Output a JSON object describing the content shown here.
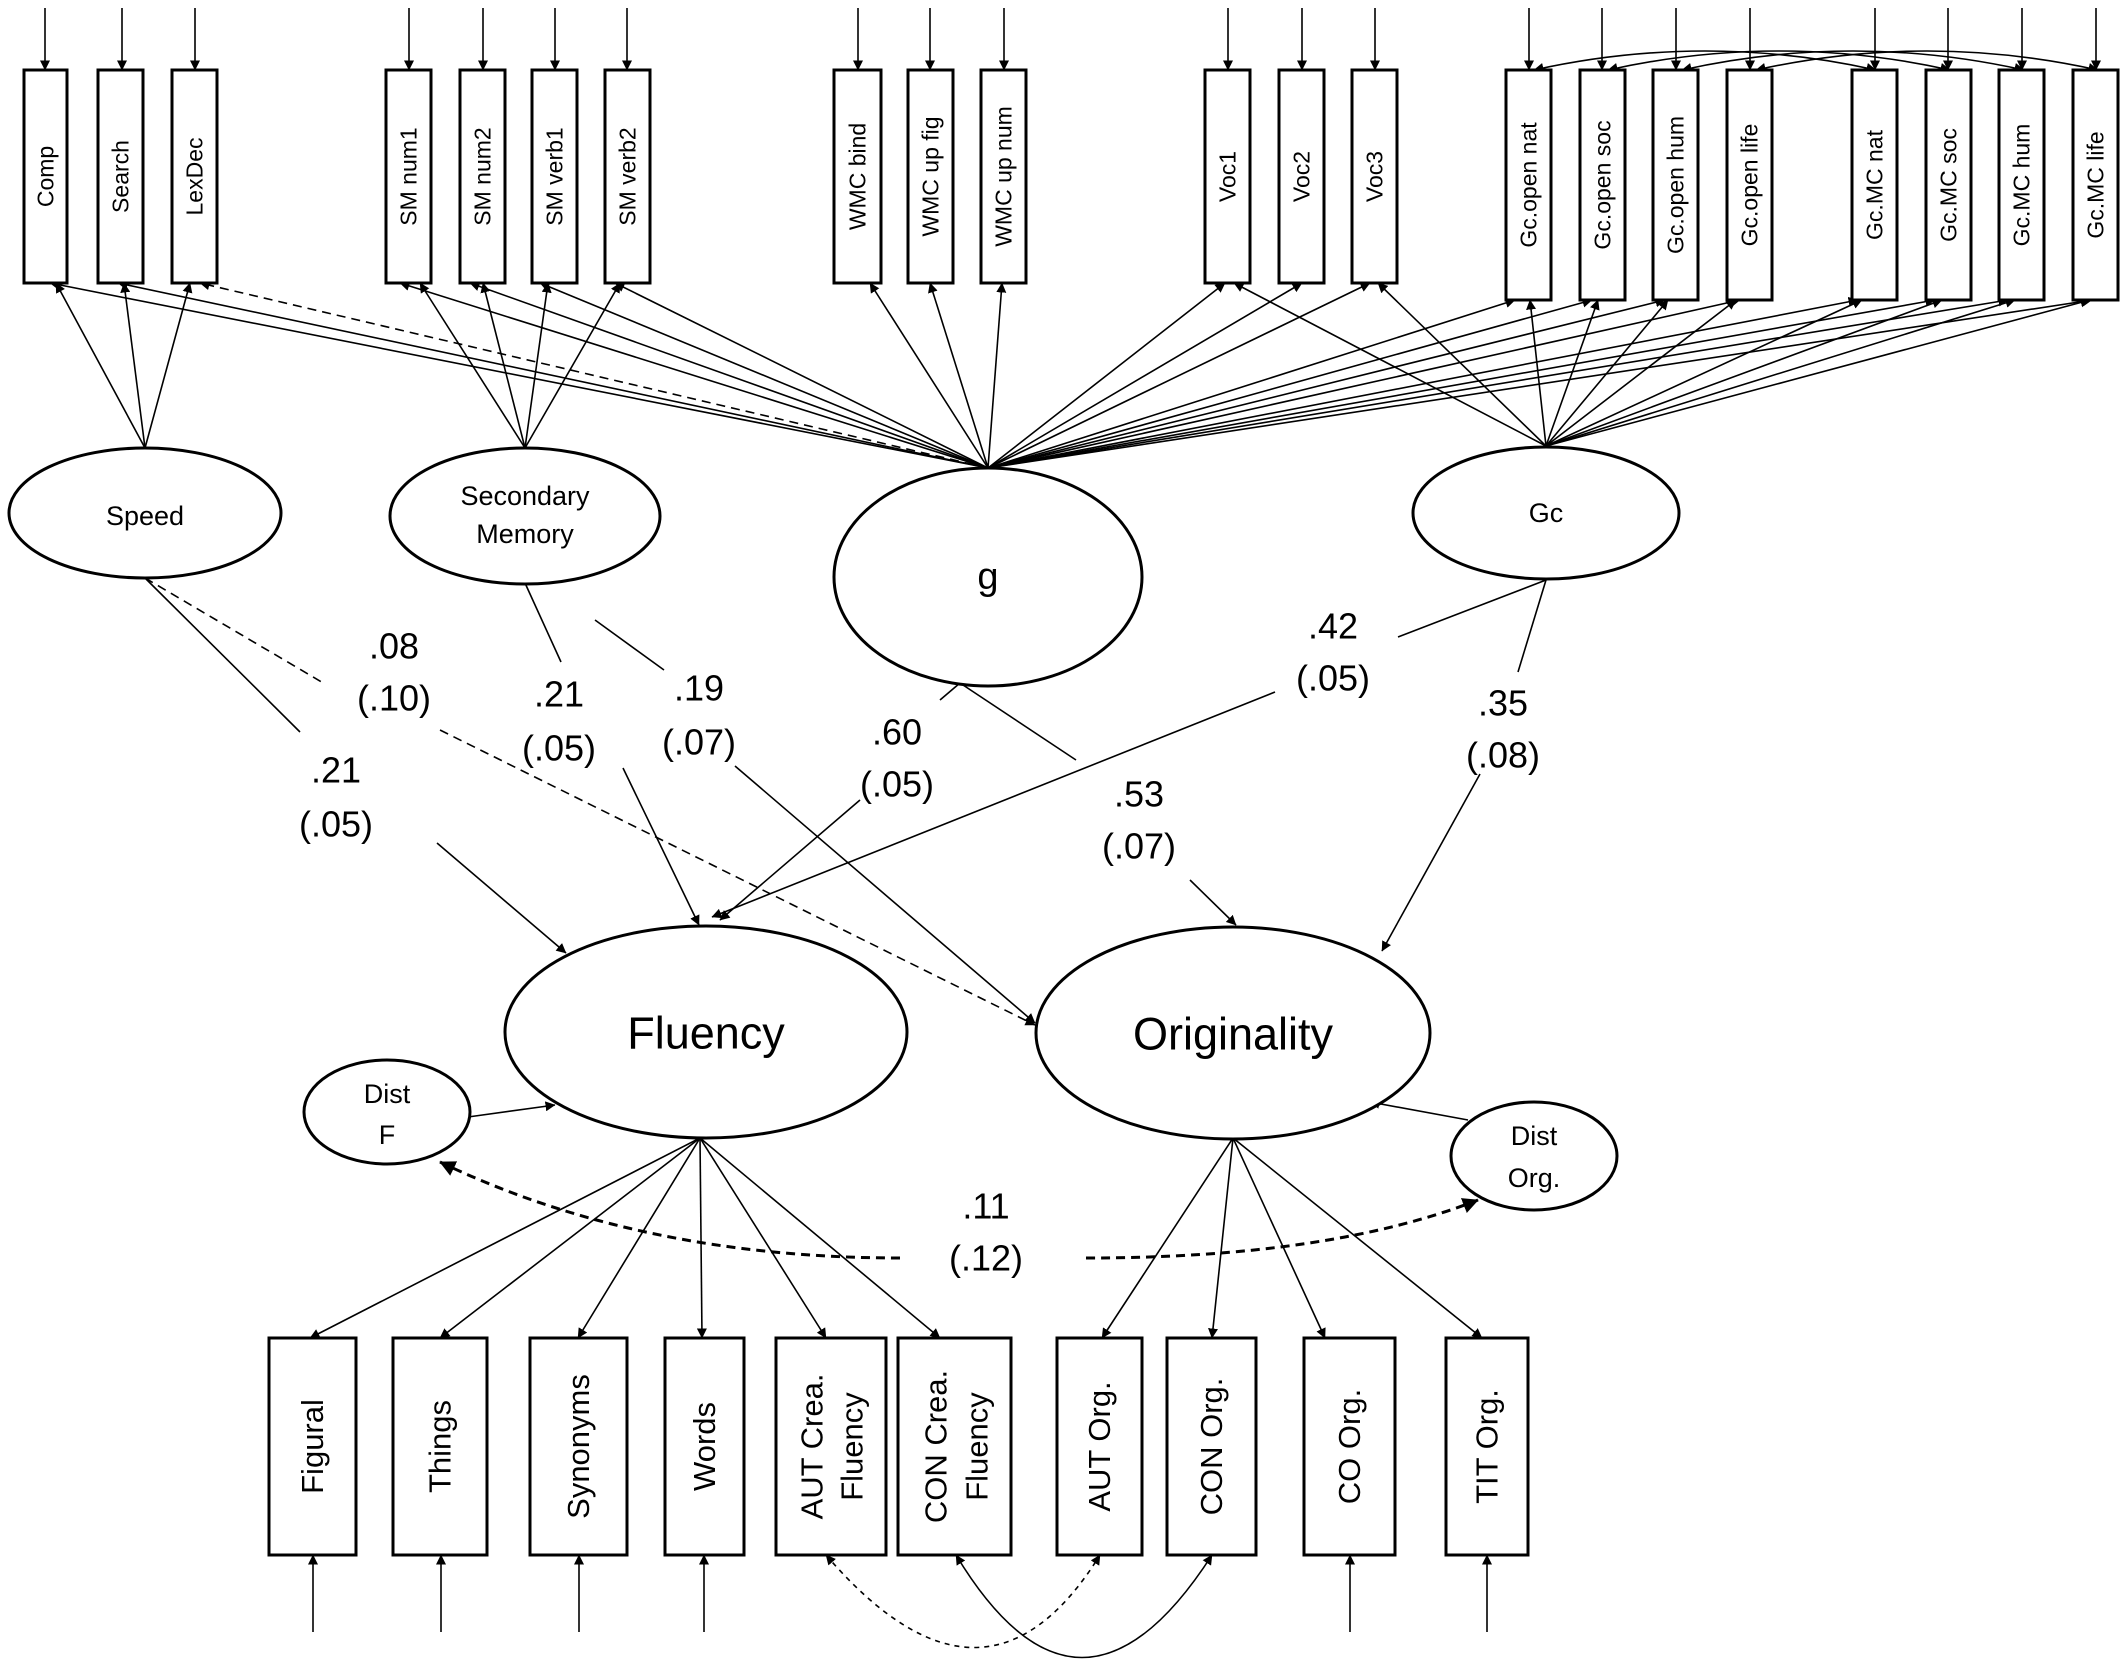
{
  "latents": {
    "speed": "Speed",
    "secondary_memory": [
      "Secondary",
      "Memory"
    ],
    "g": "g",
    "gc": "Gc",
    "fluency": "Fluency",
    "originality": "Originality",
    "dist_f": [
      "Dist",
      "F"
    ],
    "dist_org": [
      "Dist",
      "Org."
    ]
  },
  "top_indicators": {
    "speed": [
      "Comp",
      "Search",
      "LexDec"
    ],
    "secondary_memory": [
      "SM num1",
      "SM num2",
      "SM verb1",
      "SM verb2"
    ],
    "wmc": [
      "WMC bind",
      "WMC up fig",
      "WMC up num"
    ],
    "voc": [
      "Voc1",
      "Voc2",
      "Voc3"
    ],
    "gc": [
      "Gc.open nat",
      "Gc.open soc",
      "Gc.open hum",
      "Gc.open life",
      "Gc.MC nat",
      "Gc.MC soc",
      "Gc.MC hum",
      "Gc.MC life"
    ]
  },
  "bottom_indicators": {
    "fluency": [
      [
        "Figural"
      ],
      [
        "Things"
      ],
      [
        "Synonyms"
      ],
      [
        "Words"
      ],
      [
        "AUT Crea.",
        "Fluency"
      ],
      [
        "CON Crea.",
        "Fluency"
      ]
    ],
    "originality": [
      [
        "AUT Org."
      ],
      [
        "CON Org."
      ],
      [
        "CO Org."
      ],
      [
        "TIT Org."
      ]
    ]
  },
  "coefficients": {
    "speed_fluency": [
      ".21",
      "(.05)"
    ],
    "speed_originality": [
      ".08",
      "(.10)"
    ],
    "sm_fluency": [
      ".21",
      "(.05)"
    ],
    "sm_originality": [
      ".19",
      "(.07)"
    ],
    "g_fluency": [
      ".60",
      "(.05)"
    ],
    "g_originality": [
      ".53",
      "(.07)"
    ],
    "gc_fluency": [
      ".42",
      "(.05)"
    ],
    "gc_originality": [
      ".35",
      "(.08)"
    ],
    "dist_covariance": [
      ".11",
      "(.12)"
    ]
  },
  "line_styles": {
    "solid": "significant path",
    "dashed": "non-significant path"
  }
}
